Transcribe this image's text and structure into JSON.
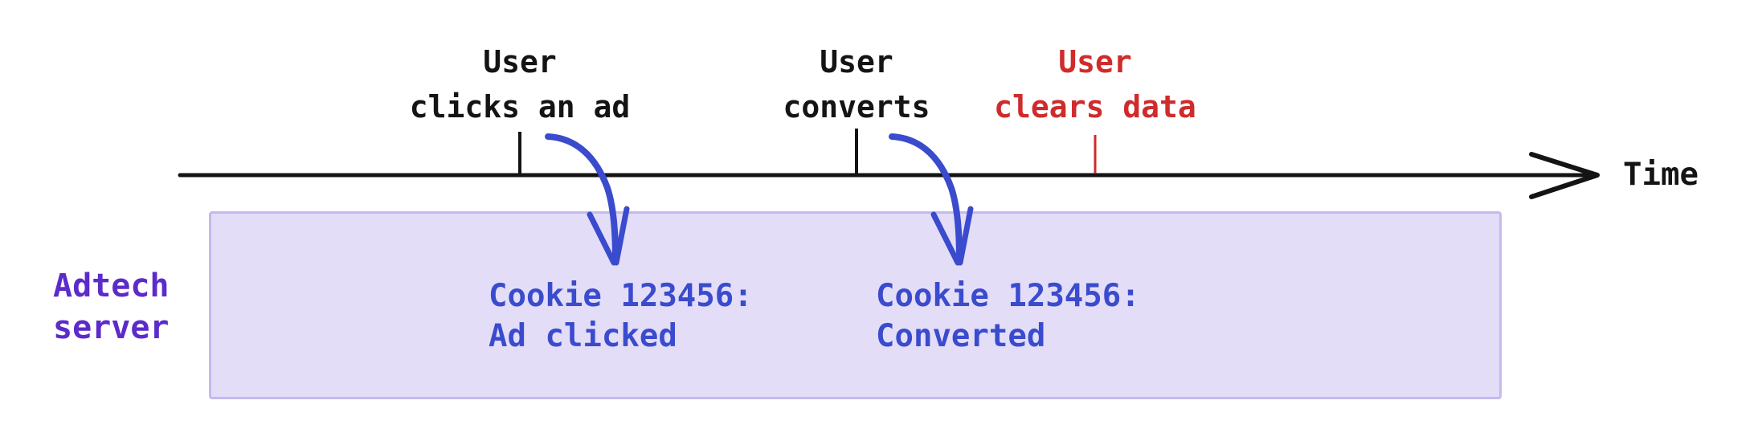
{
  "palette": {
    "ink": "#141414",
    "red": "#d02b2b",
    "blue": "#3a4bcd",
    "purple": "#5c2bca",
    "box_fill": "#e3ddf8",
    "box_border": "#c4baee"
  },
  "timeline": {
    "axis_label": "Time",
    "events": [
      {
        "line1": "User",
        "line2": "clicks an ad",
        "color": "black"
      },
      {
        "line1": "User",
        "line2": "converts",
        "color": "black"
      },
      {
        "line1": "User",
        "line2": "clears data",
        "color": "red"
      }
    ]
  },
  "server": {
    "label_line1": "Adtech",
    "label_line2": "server",
    "records": [
      {
        "line1": "Cookie 123456:",
        "line2": "Ad clicked"
      },
      {
        "line1": "Cookie 123456:",
        "line2": "Converted"
      }
    ]
  }
}
